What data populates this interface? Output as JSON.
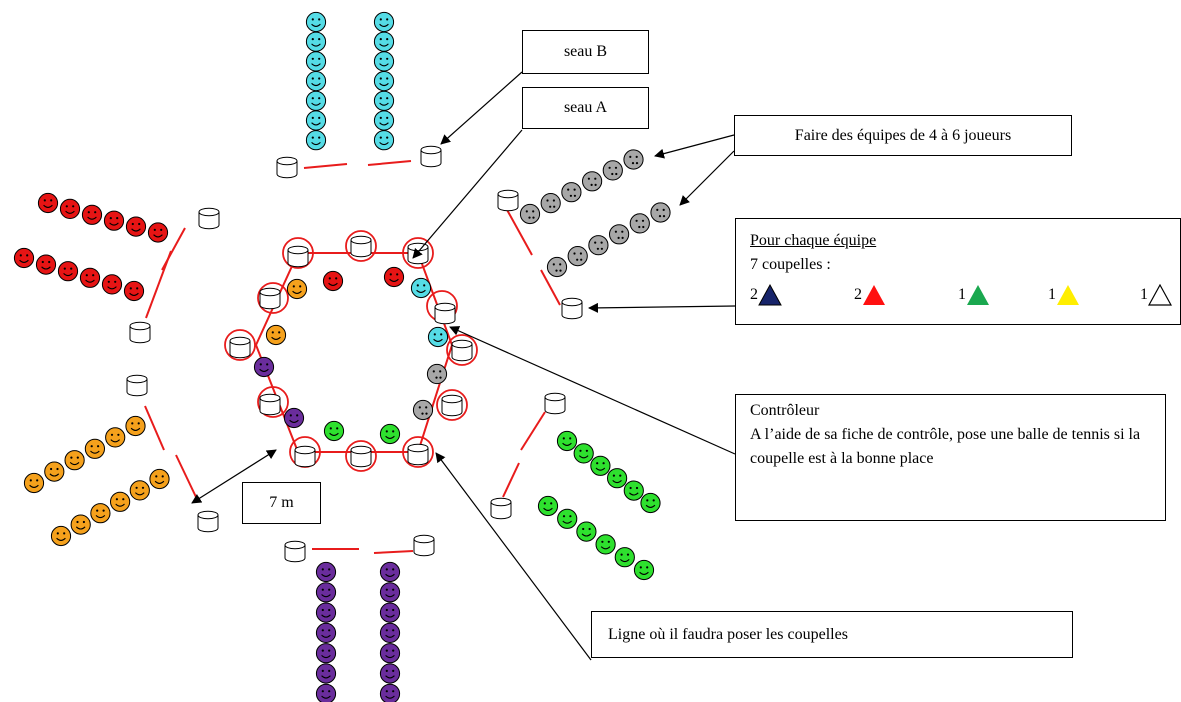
{
  "labels": {
    "seau_b": "seau B",
    "seau_a": "seau A",
    "teams": "Faire des équipes de 4 à 6 joueurs",
    "cups_title": "Pour chaque équipe",
    "cups_subtitle": "7 coupelles :",
    "controller_title": "Contrôleur",
    "controller_text": "A l’aide de sa fiche de contrôle, pose une balle de tennis si la coupelle est à la bonne place",
    "line": "Ligne où il faudra poser les coupelles",
    "distance": "7 m"
  },
  "cups": [
    {
      "count": "2",
      "color": "#17246a",
      "icon": "dark-blue-triangle-icon"
    },
    {
      "count": "2",
      "color": "#ff1010",
      "icon": "red-triangle-icon"
    },
    {
      "count": "1",
      "color": "#1aa84f",
      "icon": "green-triangle-icon"
    },
    {
      "count": "1",
      "color": "#ffee00",
      "icon": "yellow-triangle-icon"
    },
    {
      "count": "1",
      "color": "#ffffff",
      "icon": "white-triangle-icon"
    }
  ],
  "colors": {
    "cyan": "#55dce6",
    "grey": "#a7a7a7",
    "red": "#e61414",
    "orange": "#f5a11c",
    "purple": "#6a2d9c",
    "green": "#2ee02e",
    "line_red": "#e81c1c"
  },
  "teams": [
    {
      "id": "cyan-top",
      "color": "cyan",
      "expression": "smile"
    },
    {
      "id": "grey-right",
      "color": "grey",
      "expression": "neutral"
    },
    {
      "id": "red-left",
      "color": "red",
      "expression": "smile"
    },
    {
      "id": "orange-left",
      "color": "orange",
      "expression": "smile"
    },
    {
      "id": "purple-bottom",
      "color": "purple",
      "expression": "smile"
    },
    {
      "id": "green-right",
      "color": "green",
      "expression": "smile"
    }
  ],
  "hexagon_players": [
    {
      "color": "red",
      "expression": "smile"
    },
    {
      "color": "red",
      "expression": "smile"
    },
    {
      "color": "orange",
      "expression": "smile"
    },
    {
      "color": "orange",
      "expression": "smile"
    },
    {
      "color": "cyan",
      "expression": "smile"
    },
    {
      "color": "cyan",
      "expression": "smile"
    },
    {
      "color": "grey",
      "expression": "neutral"
    },
    {
      "color": "grey",
      "expression": "neutral"
    },
    {
      "color": "purple",
      "expression": "smile"
    },
    {
      "color": "purple",
      "expression": "smile"
    },
    {
      "color": "green",
      "expression": "smile"
    },
    {
      "color": "green",
      "expression": "smile"
    }
  ]
}
